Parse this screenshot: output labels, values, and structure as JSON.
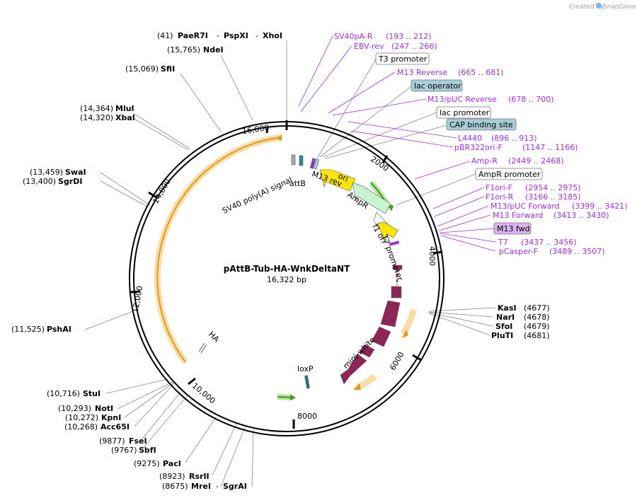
{
  "credit": {
    "prefix": "Created by",
    "brand": "SnapGene"
  },
  "plasmid": {
    "name": "pAttB-Tub-HA-WnkDeltaNT",
    "size": "16,322 bp"
  },
  "ticks": [
    "16,000",
    "2000",
    "4000",
    "6000",
    "8000",
    "10,000",
    "12,000",
    "14,000"
  ],
  "enzymes": {
    "e1": {
      "pos": "(41)",
      "name": "PaeR7I",
      "n2": "PspXI",
      "n3": "XhoI"
    },
    "e2": {
      "pos": "(15,765)",
      "name": "NdeI"
    },
    "e3": {
      "pos": "(15,069)",
      "name": "SfiI"
    },
    "e4": {
      "pos": "(14,364)",
      "name": "MluI"
    },
    "e5": {
      "pos": "(14,320)",
      "name": "XbaI"
    },
    "e6": {
      "pos": "(13,459)",
      "name": "SwaI"
    },
    "e7": {
      "pos": "(13,400)",
      "name": "SgrDI"
    },
    "e8": {
      "pos": "(11,525)",
      "name": "PshAI"
    },
    "e9": {
      "pos": "(10,716)",
      "name": "StuI"
    },
    "e10": {
      "pos": "(10,293)",
      "name": "NotI"
    },
    "e11": {
      "pos": "(10,272)",
      "name": "KpnI"
    },
    "e12": {
      "pos": "(10,268)",
      "name": "Acc65I"
    },
    "e13": {
      "pos": "(9877)",
      "name": "FseI"
    },
    "e14": {
      "pos": "(9767)",
      "name": "SbfI"
    },
    "e15": {
      "pos": "(9275)",
      "name": "PacI"
    },
    "e16": {
      "pos": "(8923)",
      "name": "RsrII"
    },
    "e17": {
      "pos": "(8675)",
      "name": "MreI",
      "n2": "SgrAI"
    },
    "e18": {
      "pos": "(4677)",
      "name": "KasI"
    },
    "e19": {
      "pos": "(4678)",
      "name": "NarI"
    },
    "e20": {
      "pos": "(4679)",
      "name": "SfoI"
    },
    "e21": {
      "pos": "(4681)",
      "name": "PluTI"
    }
  },
  "primers": {
    "p1": {
      "name": "SV40pA-R",
      "range": "(193 .. 212)"
    },
    "p2": {
      "name": "EBV-rev",
      "range": "(247 .. 266)"
    },
    "p3": {
      "name": "M13 Reverse",
      "range": "(665 .. 681)"
    },
    "p4": {
      "name": "M13/pUC Reverse",
      "range": "(678 .. 700)"
    },
    "p5": {
      "name": "L4440",
      "range": "(896 .. 913)"
    },
    "p6": {
      "name": "pBR322ori-F",
      "range": "(1147 .. 1166)"
    },
    "p7": {
      "name": "Amp-R",
      "range": "(2449 .. 2468)"
    },
    "p8": {
      "name": "F1ori-F",
      "range": "(2954 .. 2975)"
    },
    "p9": {
      "name": "F1ori-R",
      "range": "(3166 .. 3185)"
    },
    "p10": {
      "name": "M13/pUC Forward",
      "range": "(3399 .. 3421)"
    },
    "p11": {
      "name": "M13 Forward",
      "range": "(3413 .. 3430)"
    },
    "p12": {
      "name": "T7",
      "range": "(3437 .. 3456)"
    },
    "p13": {
      "name": "pCasper-F",
      "range": "(3489 .. 3507)"
    }
  },
  "boxes": {
    "b1": "T3 promoter",
    "b2": "lac operator",
    "b3": "lac promoter",
    "b4": "CAP binding site",
    "b5": "AmpR promoter",
    "b6": "M13 fwd"
  },
  "features": {
    "sv40": "SV40 poly(A) signal",
    "attb": "attB",
    "m13rev": "M13 rev",
    "ori": "ori",
    "ampr": "AmpR",
    "f1ori": "f1 ori",
    "t7": "T7 promoter",
    "miniwhite": "mini-white",
    "loxp": "loxP",
    "ha": "HA"
  },
  "colors": {
    "backbone": "#000000",
    "primer": "#9b30d9",
    "annot_fill": "#a9cdd8",
    "m13fwd_fill": "#d9b3f0",
    "miniwhite": "#8e2557",
    "ori": "#ffe600",
    "ampr": "#c7f5cd",
    "orf": "#f2a51a",
    "green_arrow": "#3f9a1e"
  }
}
